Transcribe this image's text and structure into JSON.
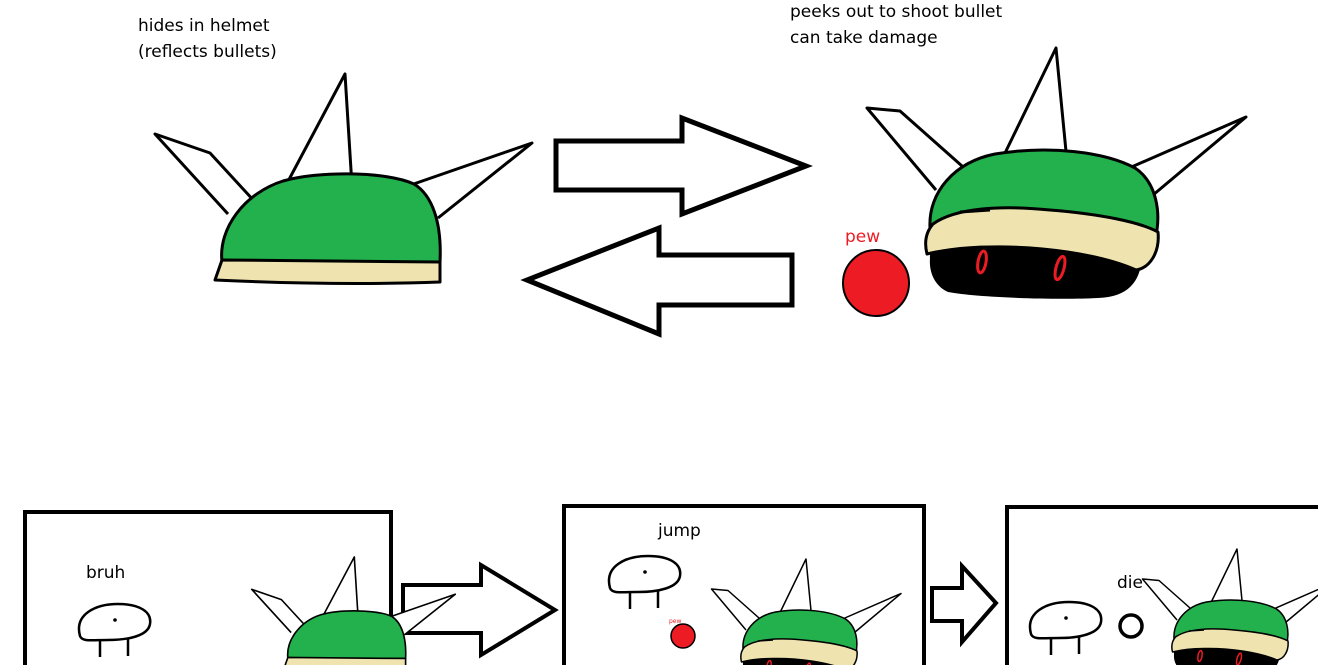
{
  "labels": {
    "hides_line1": "hides in helmet",
    "hides_line2": "(reflects bullets)",
    "peeks_line1": "peeks out to shoot bullet",
    "peeks_line2": "can take damage",
    "pew": "pew",
    "bruh": "bruh",
    "jump": "jump",
    "pew_small": "pew",
    "die": "die"
  },
  "colors": {
    "shell_green": "#22b14c",
    "rim": "#efe4b0",
    "bullet": "#ed1c24",
    "body_dark": "#000000",
    "eye": "#ed1c24",
    "outline": "#000000"
  }
}
